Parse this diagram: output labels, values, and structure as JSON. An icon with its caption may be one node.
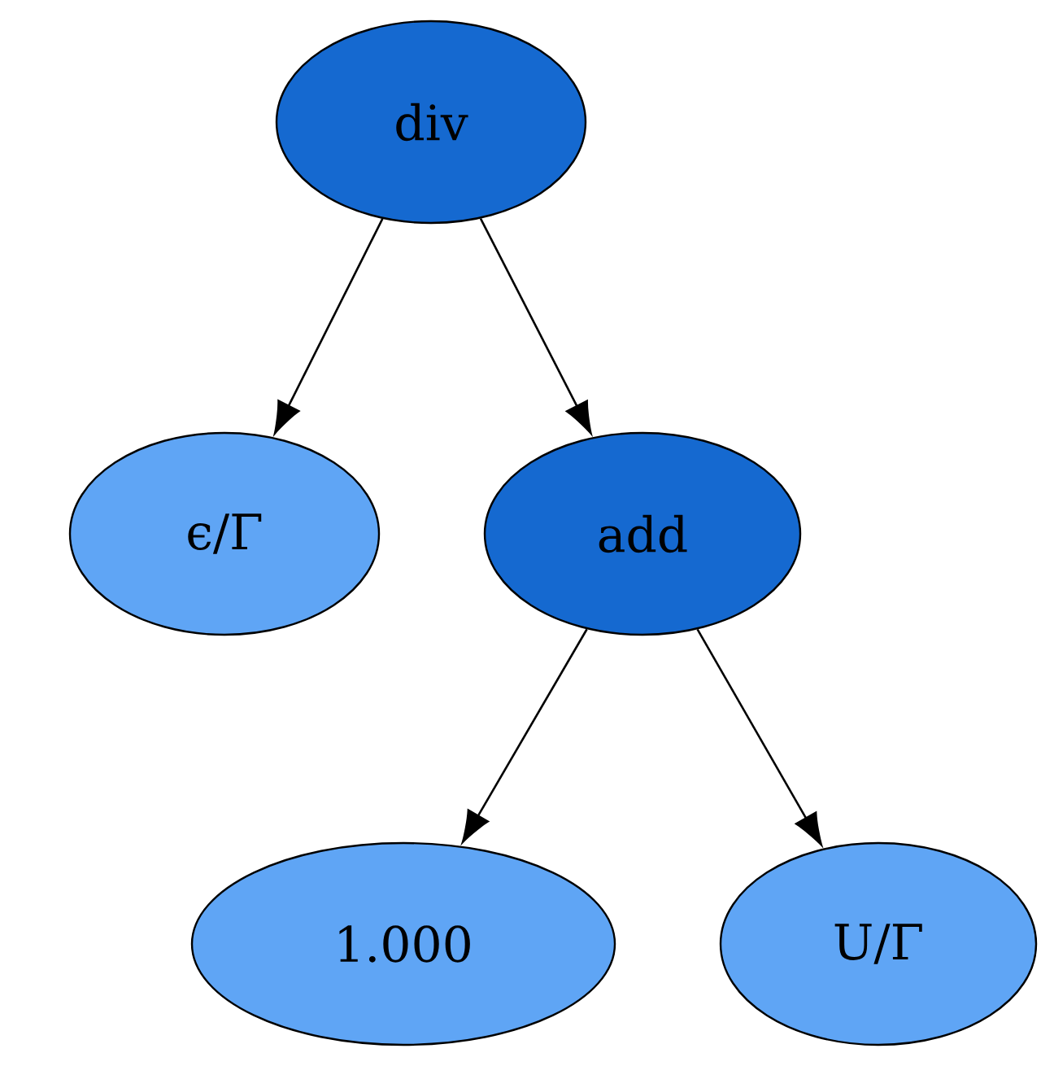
{
  "diagram": {
    "nodes": [
      {
        "text": [
          "div"
        ]
      },
      {
        "text": [
          "ϵ/Γ"
        ]
      },
      {
        "text": [
          "add"
        ]
      },
      {
        "text": [
          "1.000"
        ]
      },
      {
        "text": [
          "U/Γ"
        ]
      }
    ],
    "edges": [
      {
        "from": 0,
        "to": 1,
        "arrow": "to"
      },
      {
        "from": 0,
        "to": 2,
        "arrow": "to"
      },
      {
        "from": 2,
        "to": 3,
        "arrow": "to"
      },
      {
        "from": 2,
        "to": 4,
        "arrow": "to"
      }
    ]
  }
}
